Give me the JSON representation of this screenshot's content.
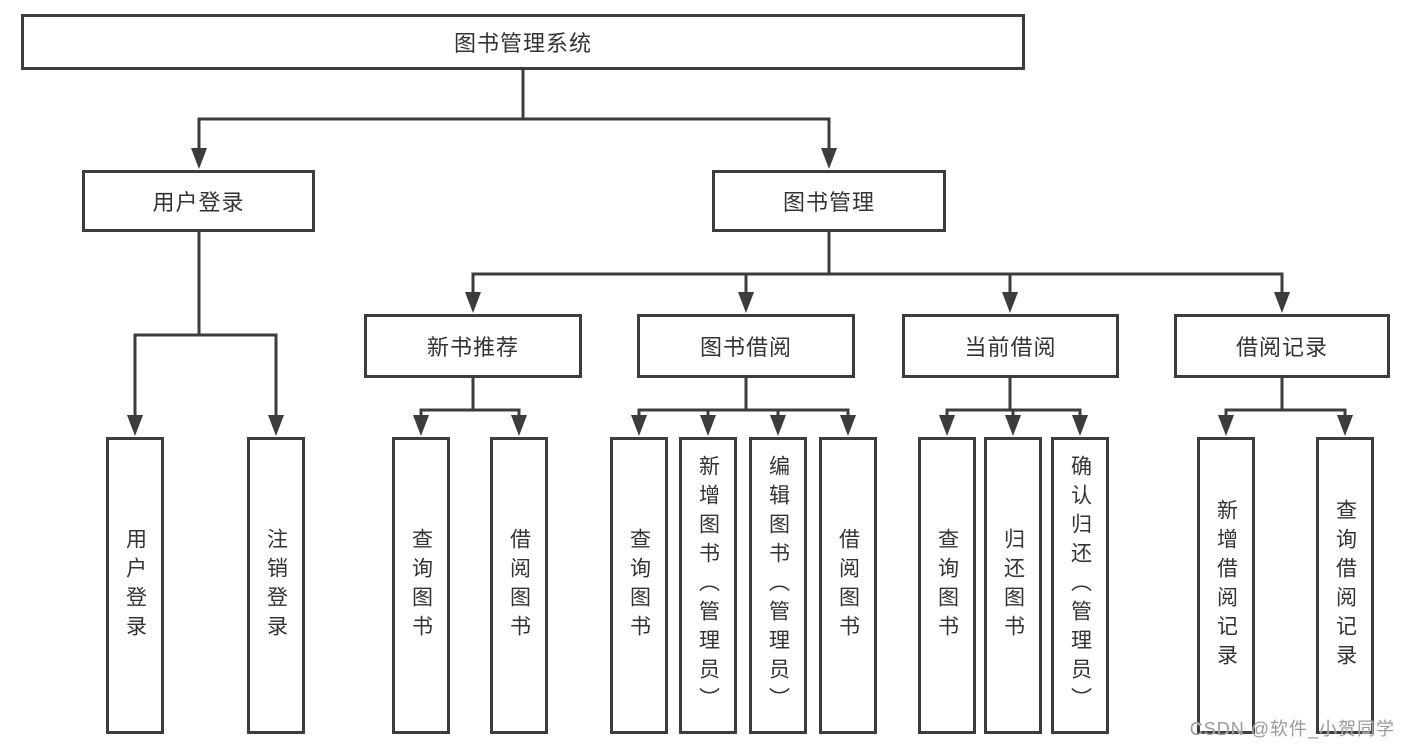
{
  "diagram_type": "hierarchy-tree",
  "tree": {
    "label": "图书管理系统",
    "children": [
      {
        "label": "用户登录",
        "children": [
          {
            "label": "用户登录"
          },
          {
            "label": "注销登录"
          }
        ]
      },
      {
        "label": "图书管理",
        "children": [
          {
            "label": "新书推荐",
            "children": [
              {
                "label": "查询图书"
              },
              {
                "label": "借阅图书"
              }
            ]
          },
          {
            "label": "图书借阅",
            "children": [
              {
                "label": "查询图书"
              },
              {
                "label": "新增图书（管理员）"
              },
              {
                "label": "编辑图书（管理员）"
              },
              {
                "label": "借阅图书"
              }
            ]
          },
          {
            "label": "当前借阅",
            "children": [
              {
                "label": "查询图书"
              },
              {
                "label": "归还图书"
              },
              {
                "label": "确认归还（管理员）"
              }
            ]
          },
          {
            "label": "借阅记录",
            "children": [
              {
                "label": "新增借阅记录"
              },
              {
                "label": "查询借阅记录"
              }
            ]
          }
        ]
      }
    ]
  },
  "watermark": "CSDN @软件_小贺同学",
  "colors": {
    "line": "#3c3c3c",
    "box_border": "#3c3c3c",
    "text": "#333333",
    "watermark": "#9a9a9a",
    "background": "#ffffff"
  }
}
